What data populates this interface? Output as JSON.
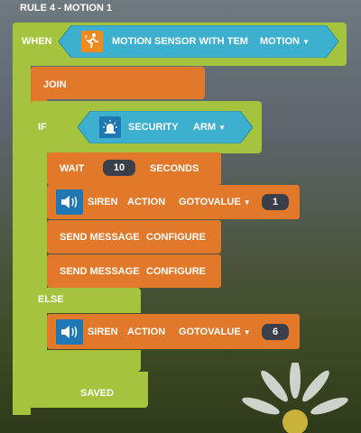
{
  "title": "RULE 4 - MOTION 1",
  "when": {
    "label": "WHEN",
    "device_name": "MOTION SENSOR WITH TEM",
    "device_value": "MOTION",
    "icon": "motion-icon"
  },
  "join": {
    "label": "JOIN"
  },
  "if": {
    "label": "IF",
    "device_name": "SECURITY",
    "device_value": "ARM",
    "icon": "alarm-icon"
  },
  "wait": {
    "label": "WAIT",
    "value": "10",
    "unit": "SECONDS"
  },
  "siren1": {
    "name": "SIREN",
    "action": "ACTION",
    "select": "GOTOVALUE",
    "value": "1",
    "icon": "speaker-icon"
  },
  "send1": {
    "label": "SEND MESSAGE",
    "action": "CONFIGURE"
  },
  "send2": {
    "label": "SEND MESSAGE",
    "action": "CONFIGURE"
  },
  "else": {
    "label": "ELSE"
  },
  "siren2": {
    "name": "SIREN",
    "action": "ACTION",
    "select": "GOTOVALUE",
    "value": "6",
    "icon": "speaker-icon"
  },
  "status": {
    "saved": "SAVED"
  },
  "colors": {
    "green": "#a4c43d",
    "orange": "#e2792a",
    "cyan": "#3eb0cf",
    "dark": "#3a3f4a",
    "icon_blue": "#1f78b4"
  }
}
